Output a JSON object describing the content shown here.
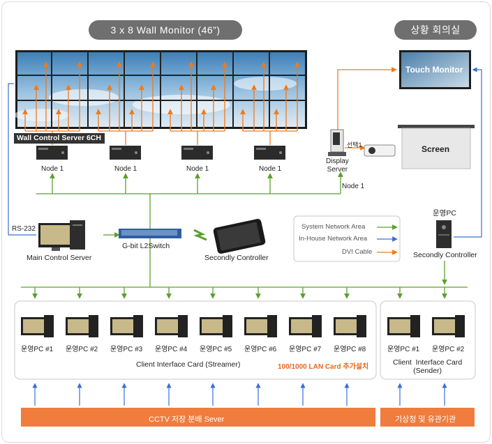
{
  "top_labels": {
    "wall_monitor": "3 x 8 Wall Monitor (46”)",
    "situation_room": "상황 회의실"
  },
  "wall_control_server": "Wall Control Server 6CH",
  "nodes": [
    "Node 1",
    "Node 1",
    "Node 1",
    "Node 1"
  ],
  "node_link": "Node 1",
  "touch_monitor": "Touch Monitor",
  "screen": "Screen",
  "display_server": "Display\nServer",
  "select_label": "선택1",
  "rs232": "RS-232",
  "main_control_server": "Main Control Server",
  "switch": "G-bit L2Switch",
  "secondly_controller": "Secondly Controller",
  "ops_pc_top": "운영PC",
  "secondly_controller_right": "Secondly Controller",
  "legend": [
    {
      "label": "System  Network  Area",
      "color": "#5aa02c"
    },
    {
      "label": "In-House Network Area",
      "color": "#3a6fd8"
    },
    {
      "label": "DVI Cable",
      "color": "#f07a1a"
    }
  ],
  "pcs_left": [
    "운영PC #1",
    "운영PC #2",
    "운영PC #3",
    "운영PC #4",
    "운영PC #5",
    "운영PC #6",
    "운영PC #7",
    "운영PC #8"
  ],
  "pcs_right": [
    "운영PC #1",
    "운영PC #2"
  ],
  "client_card_streamer": "Client  Interface Card  (Streamer)",
  "lan_card_note": "100/1000 LAN Card 추가설치",
  "client_card_sender": "Client  Interface Card\n(Sender)",
  "bottom_bars": {
    "cctv": "CCTV 저장 분배 Sever",
    "weather": "기상청 및 유관기관"
  },
  "colors": {
    "green": "#5aa02c",
    "blue": "#3a6fd8",
    "orange": "#f07a1a",
    "bar": "#f07c3e"
  }
}
